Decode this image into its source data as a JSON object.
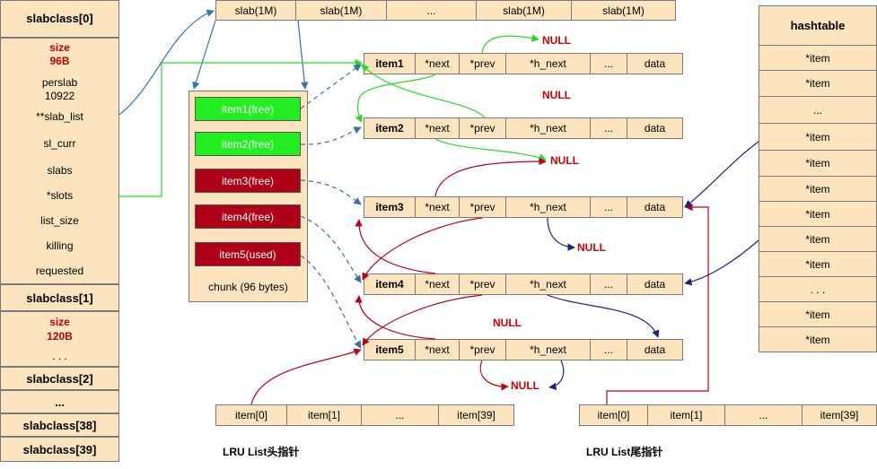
{
  "slabclass0": {
    "title": "slabclass[0]",
    "size_label": "size",
    "size_value": "96B",
    "perslab_label": "perslab",
    "perslab_value": "10922",
    "fields": [
      "**slab_list",
      "sl_curr",
      "slabs",
      "*slots",
      "list_size",
      "killing",
      "requested"
    ]
  },
  "slabclass1": {
    "title": "slabclass[1]",
    "size_label": "size",
    "size_value": "120B",
    "more": ". . ."
  },
  "slabclass_rest": [
    "slabclass[2]",
    "...",
    "slabclass[38]",
    "slabclass[39]"
  ],
  "slab_row": [
    "slab(1M)",
    "slab(1M)",
    "...",
    "slab(1M)",
    "slab(1M)"
  ],
  "chunks": [
    {
      "label": "item1(free)",
      "color": "#22ee22"
    },
    {
      "label": "item2(free)",
      "color": "#22ee22"
    },
    {
      "label": "item3(free)",
      "color": "#b00018"
    },
    {
      "label": "item4(free)",
      "color": "#b00018"
    },
    {
      "label": "item5(used)",
      "color": "#b00018"
    }
  ],
  "chunk_caption": "chunk (96 bytes)",
  "items": [
    {
      "name": "item1",
      "cells": [
        "*next",
        "*prev",
        "*h_next",
        "...",
        "data"
      ]
    },
    {
      "name": "item2",
      "cells": [
        "*next",
        "*prev",
        "*h_next",
        "...",
        "data"
      ]
    },
    {
      "name": "item3",
      "cells": [
        "*next",
        "*prev",
        "*h_next",
        "...",
        "data"
      ]
    },
    {
      "name": "item4",
      "cells": [
        "*next",
        "*prev",
        "*h_next",
        "...",
        "data"
      ]
    },
    {
      "name": "item5",
      "cells": [
        "*next",
        "*prev",
        "*h_next",
        "...",
        "data"
      ]
    }
  ],
  "hashtable": {
    "title": "hashtable",
    "rows": [
      "*item",
      "*item",
      "...",
      "*item",
      "*item",
      "*item",
      "*item",
      "*item",
      "*item",
      ". . .",
      "*item",
      "*item"
    ]
  },
  "lru_head": {
    "cells": [
      "item[0]",
      "item[1]",
      "...",
      "item[39]"
    ],
    "caption": "LRU List头指针"
  },
  "lru_tail": {
    "cells": [
      "item[0]",
      "item[1]",
      "...",
      "item[39]"
    ],
    "caption": "LRU List尾指针"
  },
  "null_labels": [
    "NULL",
    "NULL",
    "NULL",
    "NULL",
    "NULL",
    "NULL"
  ],
  "colors": {
    "box_fill": "#fce4bf",
    "green": "#22ee22",
    "red": "#b00018",
    "navy": "#1a237e",
    "blue_arrow": "#2e75b6",
    "null_text": "#d00000"
  }
}
